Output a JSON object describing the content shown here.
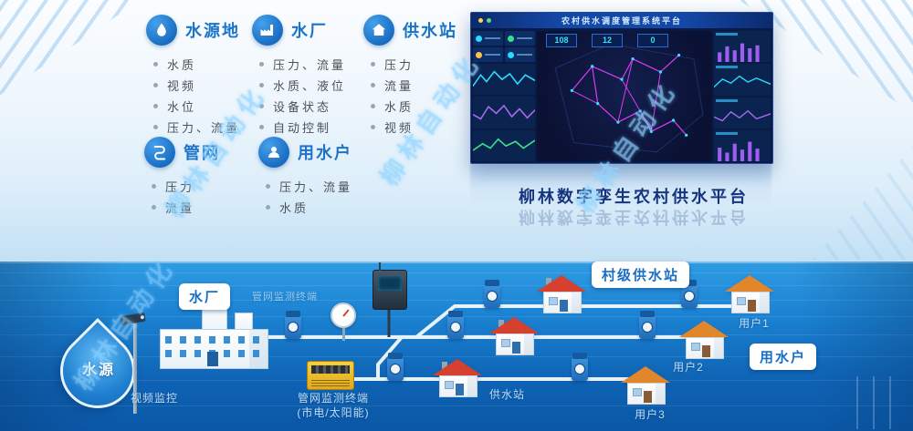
{
  "watermark": {
    "text": "柳林自动化"
  },
  "panels": [
    {
      "title": "水源地",
      "icon": "droplet-icon",
      "items": [
        "水质",
        "视频",
        "水位",
        "压力、流量"
      ]
    },
    {
      "title": "水厂",
      "icon": "factory-icon",
      "items": [
        "压力、流量",
        "水质、液位",
        "设备状态",
        "自动控制"
      ]
    },
    {
      "title": "供水站",
      "icon": "house-icon",
      "items": [
        "压力",
        "流量",
        "水质",
        "视频"
      ]
    },
    {
      "title": "管网",
      "icon": "pipe-icon",
      "items": [
        "压力",
        "流量"
      ]
    },
    {
      "title": "用水户",
      "icon": "user-icon",
      "items": [
        "压力、流量",
        "水质"
      ]
    }
  ],
  "dashboard": {
    "header_title": "农村供水调度管理系统平台",
    "stats": [
      "108",
      "12",
      "0"
    ],
    "caption": "柳林数字孪生农村供水平台"
  },
  "flow": {
    "source": "水源",
    "plant": "水厂",
    "camera": "视频监控",
    "pipe_terminal": "管网监测终端",
    "pipe_terminal_power": "(市电/太阳能)",
    "village_station": "村级供水站",
    "water_users": "用水户",
    "station": "供水站",
    "users": [
      "用户1",
      "用户2",
      "用户3"
    ]
  },
  "colors": {
    "accent_blue": "#1b74c8",
    "badge_text": "#1a6fc4",
    "caption_text": "#17357e",
    "bottom_blue_top": "#2f9ce4",
    "bottom_blue_bottom": "#0a57a6",
    "map_line_magenta": "#d73df0",
    "chart_cyan": "#2fd8ff",
    "chart_purple": "#a869f0",
    "chart_green": "#3ce08a"
  }
}
